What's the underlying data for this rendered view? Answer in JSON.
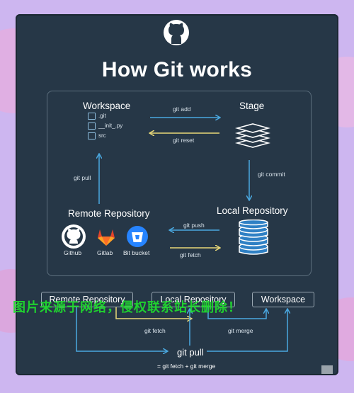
{
  "title": "How Git works",
  "workspace": {
    "label": "Workspace",
    "files": [
      ".git",
      "__init_.py",
      "src"
    ]
  },
  "stage": {
    "label": "Stage"
  },
  "local_repo": {
    "label": "Local Repository"
  },
  "remote_repo": {
    "label": "Remote Repository",
    "providers": [
      "Github",
      "Gitlab",
      "Bit bucket"
    ]
  },
  "arrows": {
    "git_add": "git add",
    "git_reset": "git reset",
    "git_commit": "git commit",
    "git_push": "git push",
    "git_fetch": "git fetch",
    "git_pull": "git pull"
  },
  "bottom": {
    "remote_label": "Remote Repository",
    "local_label": "Local Repository",
    "workspace_label": "Workspace",
    "git_fetch": "git fetch",
    "git_merge": "git merge",
    "git_pull": "git pull",
    "equation": "= git fetch + git merge"
  },
  "watermark": "图片来源于网络，侵权联系站长删除！",
  "colors": {
    "card": "#263747",
    "arrow_blue": "#4aa8e0",
    "arrow_yellow": "#e8d878",
    "watermark": "#1fe12d"
  }
}
